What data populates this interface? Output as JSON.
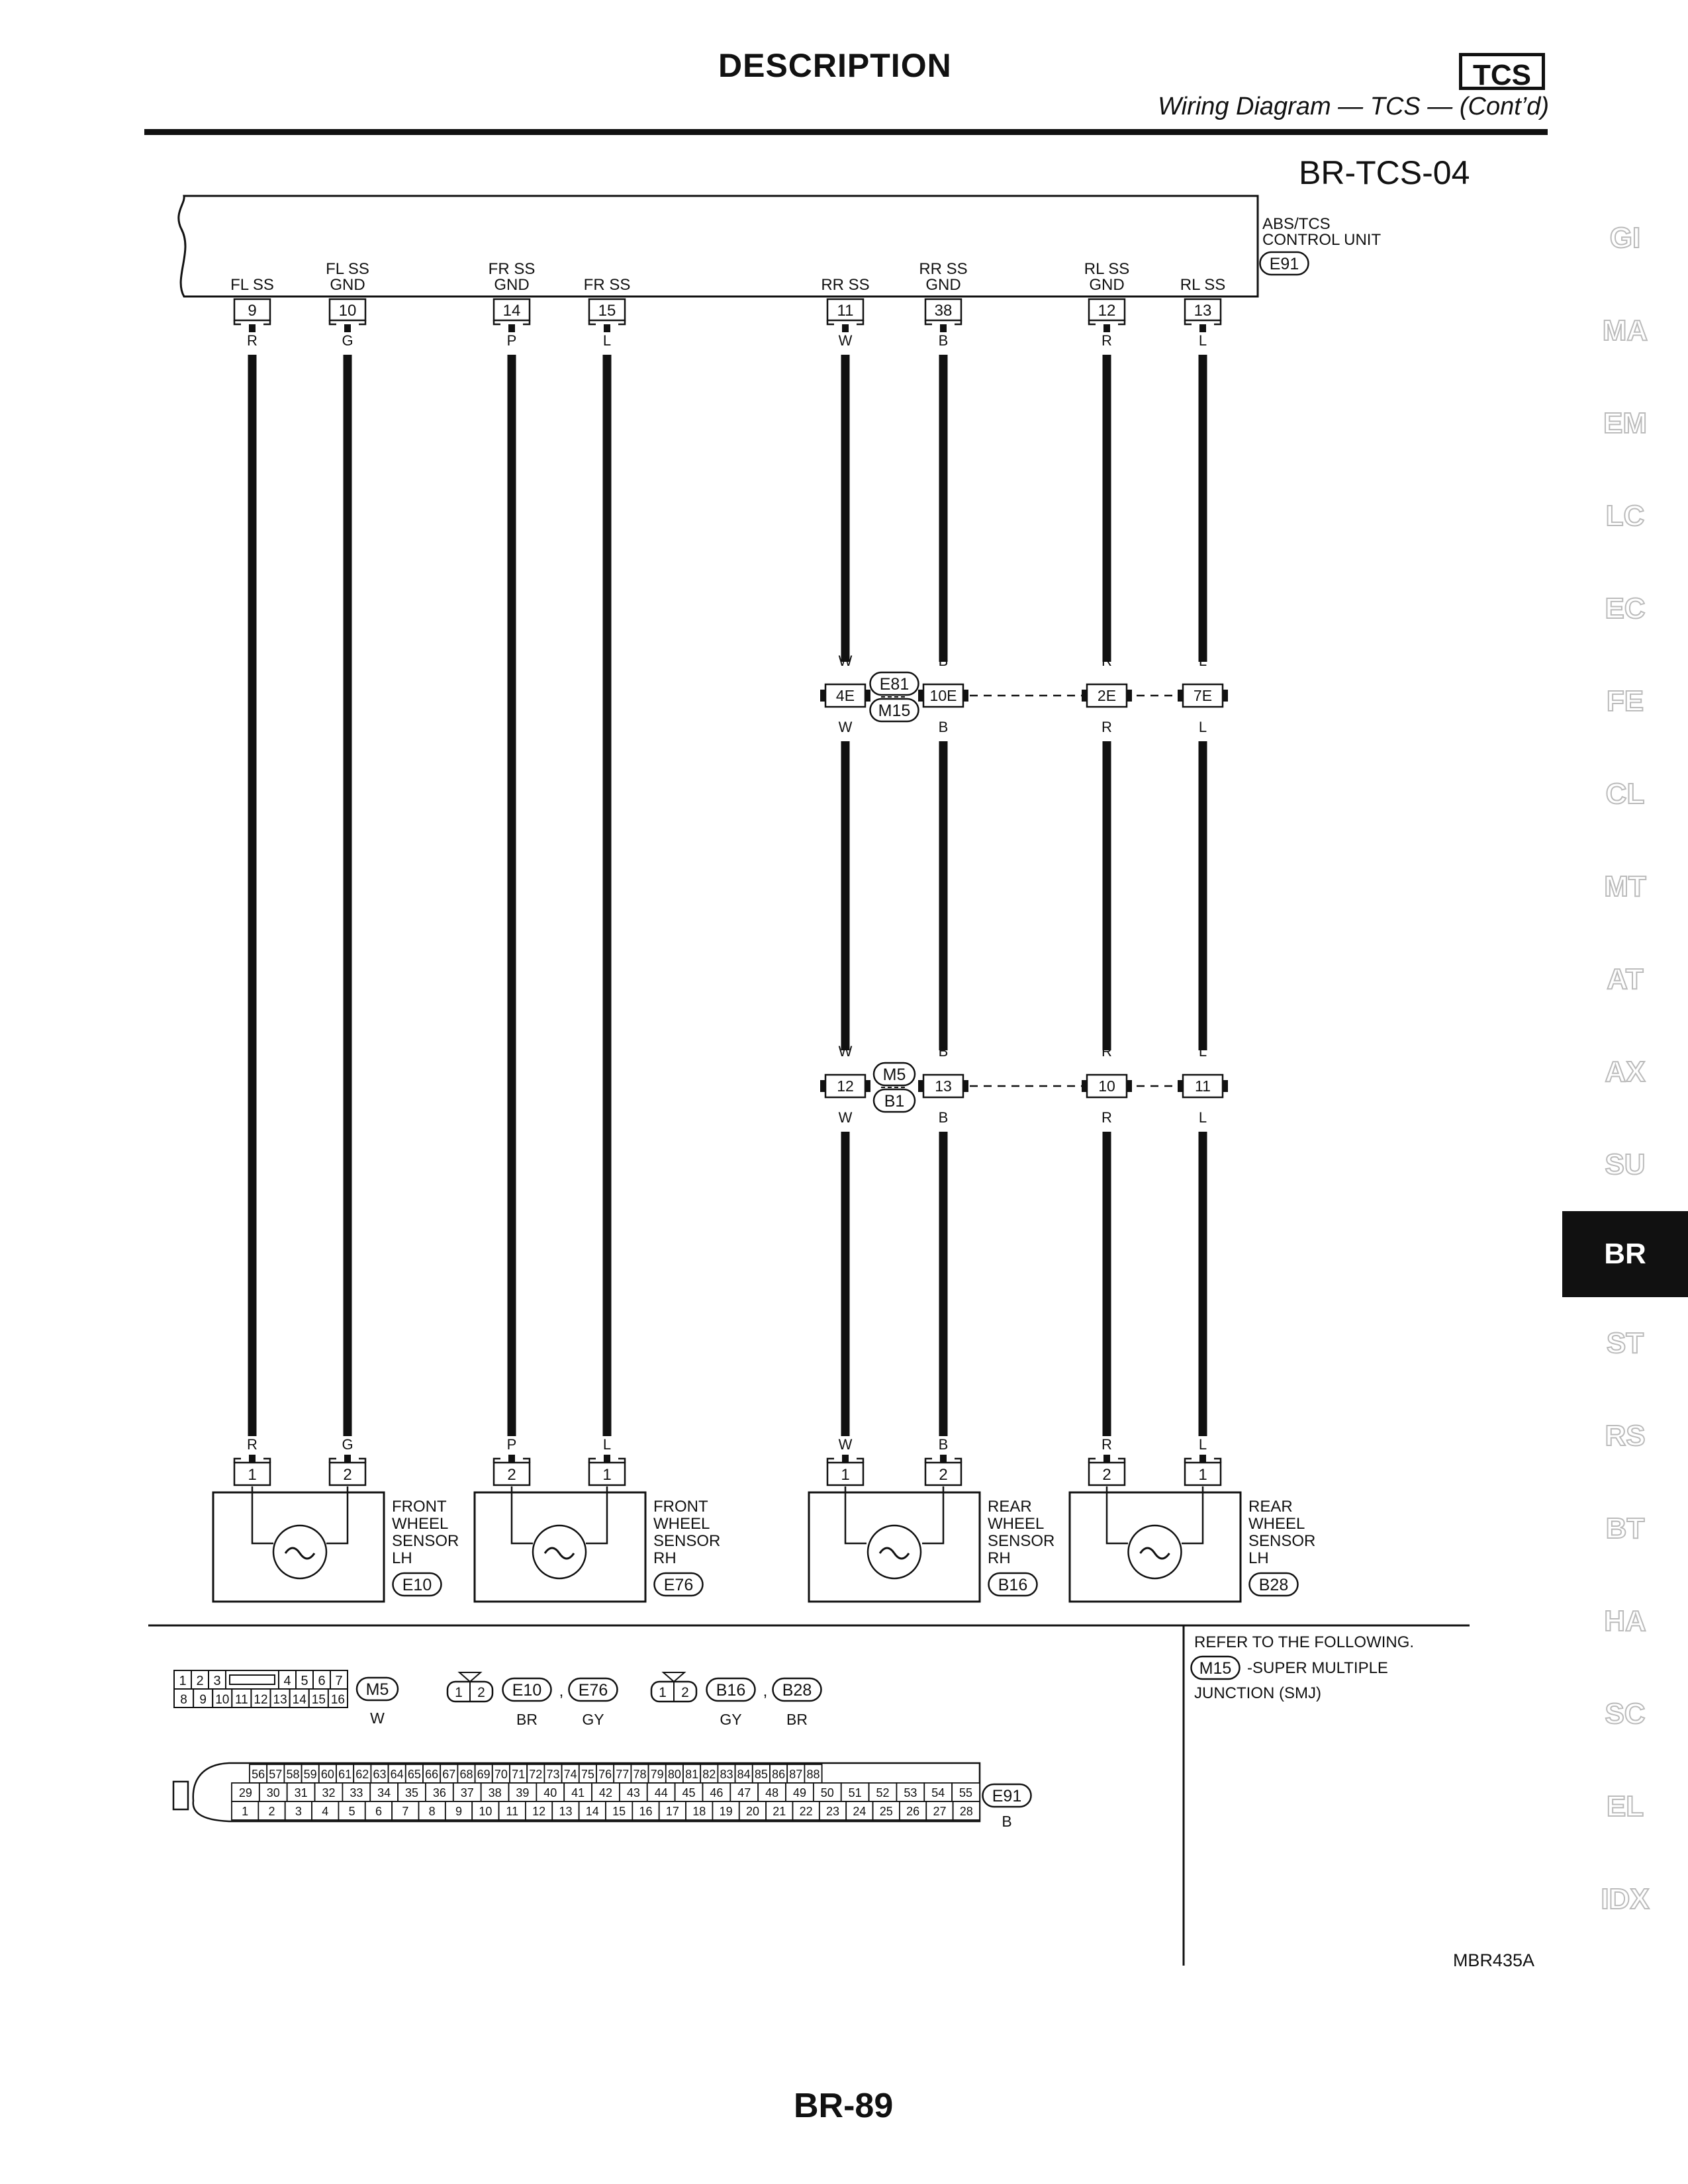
{
  "header": {
    "title": "DESCRIPTION",
    "badge": "TCS",
    "subtitle": "Wiring Diagram — TCS — (Cont’d)",
    "figure_id": "BR-TCS-04"
  },
  "side_tabs": [
    "GI",
    "MA",
    "EM",
    "LC",
    "EC",
    "FE",
    "CL",
    "MT",
    "AT",
    "AX",
    "SU",
    "BR",
    "ST",
    "RS",
    "BT",
    "HA",
    "SC",
    "EL",
    "IDX"
  ],
  "active_tab": "BR",
  "control_unit": {
    "name_line1": "ABS/TCS",
    "name_line2": "CONTROL UNIT",
    "connector": "E91",
    "terminals": [
      {
        "label": [
          "FL SS"
        ],
        "pin": "9",
        "color": "R"
      },
      {
        "label": [
          "FL SS",
          "GND"
        ],
        "pin": "10",
        "color": "G"
      },
      {
        "label": [
          "FR SS",
          "GND"
        ],
        "pin": "14",
        "color": "P"
      },
      {
        "label": [
          "FR SS"
        ],
        "pin": "15",
        "color": "L"
      },
      {
        "label": [
          "RR SS"
        ],
        "pin": "11",
        "color": "W"
      },
      {
        "label": [
          "RR SS",
          "GND"
        ],
        "pin": "38",
        "color": "B"
      },
      {
        "label": [
          "RL SS",
          "GND"
        ],
        "pin": "12",
        "color": "R"
      },
      {
        "label": [
          "RL SS"
        ],
        "pin": "13",
        "color": "L"
      }
    ]
  },
  "junction1": {
    "connector_a": "E81",
    "connector_b": "M15",
    "pins": [
      "4E",
      "10E",
      "2E",
      "7E"
    ],
    "colors": [
      "W",
      "B",
      "R",
      "L"
    ]
  },
  "junction2": {
    "connector_a": "M5",
    "connector_b": "B1",
    "pins": [
      "12",
      "13",
      "10",
      "11"
    ],
    "colors": [
      "W",
      "B",
      "R",
      "L"
    ]
  },
  "sensors": [
    {
      "lines": [
        "FRONT",
        "WHEEL",
        "SENSOR",
        "LH"
      ],
      "connector": "E10",
      "pins": [
        "1",
        "2"
      ],
      "colors": [
        "R",
        "G"
      ]
    },
    {
      "lines": [
        "FRONT",
        "WHEEL",
        "SENSOR",
        "RH"
      ],
      "connector": "E76",
      "pins": [
        "2",
        "1"
      ],
      "colors": [
        "P",
        "L"
      ]
    },
    {
      "lines": [
        "REAR",
        "WHEEL",
        "SENSOR",
        "RH"
      ],
      "connector": "B16",
      "pins": [
        "1",
        "2"
      ],
      "colors": [
        "W",
        "B"
      ]
    },
    {
      "lines": [
        "REAR",
        "WHEEL",
        "SENSOR",
        "LH"
      ],
      "connector": "B28",
      "pins": [
        "2",
        "1"
      ],
      "colors": [
        "R",
        "L"
      ]
    }
  ],
  "legend": {
    "m5": {
      "row1": [
        "1",
        "2",
        "3",
        "",
        "4",
        "5",
        "6",
        "7"
      ],
      "row2": [
        "8",
        "9",
        "10",
        "11",
        "12",
        "13",
        "14",
        "15",
        "16"
      ],
      "connector": "M5",
      "color": "W"
    },
    "e_pair": {
      "pins": [
        "1",
        "2"
      ],
      "connectors": [
        "E10",
        "E76"
      ],
      "colors": [
        "BR",
        "GY"
      ]
    },
    "b_pair": {
      "pins": [
        "1",
        "2"
      ],
      "connectors": [
        "B16",
        "B28"
      ],
      "colors": [
        "GY",
        "BR"
      ]
    },
    "e91": {
      "row1": [
        "56",
        "57",
        "58",
        "59",
        "60",
        "61",
        "62",
        "63",
        "64",
        "65",
        "66",
        "67",
        "68",
        "69",
        "70",
        "71",
        "72",
        "73",
        "74",
        "75",
        "76",
        "77",
        "78",
        "79",
        "80",
        "81",
        "82",
        "83",
        "84",
        "85",
        "86",
        "87",
        "88"
      ],
      "row2": [
        "29",
        "30",
        "31",
        "32",
        "33",
        "34",
        "35",
        "36",
        "37",
        "38",
        "39",
        "40",
        "41",
        "42",
        "43",
        "44",
        "45",
        "46",
        "47",
        "48",
        "49",
        "50",
        "51",
        "52",
        "53",
        "54",
        "55"
      ],
      "row3": [
        "1",
        "2",
        "3",
        "4",
        "5",
        "6",
        "7",
        "8",
        "9",
        "10",
        "11",
        "12",
        "13",
        "14",
        "15",
        "16",
        "17",
        "18",
        "19",
        "20",
        "21",
        "22",
        "23",
        "24",
        "25",
        "26",
        "27",
        "28"
      ],
      "connector": "E91",
      "color": "B"
    },
    "separator": ","
  },
  "note": {
    "line1": "REFER TO THE FOLLOWING.",
    "connector": "M15",
    "line2": "-SUPER MULTIPLE",
    "line3": "JUNCTION (SMJ)"
  },
  "figure_code": "MBR435A",
  "page_number": "BR-89"
}
